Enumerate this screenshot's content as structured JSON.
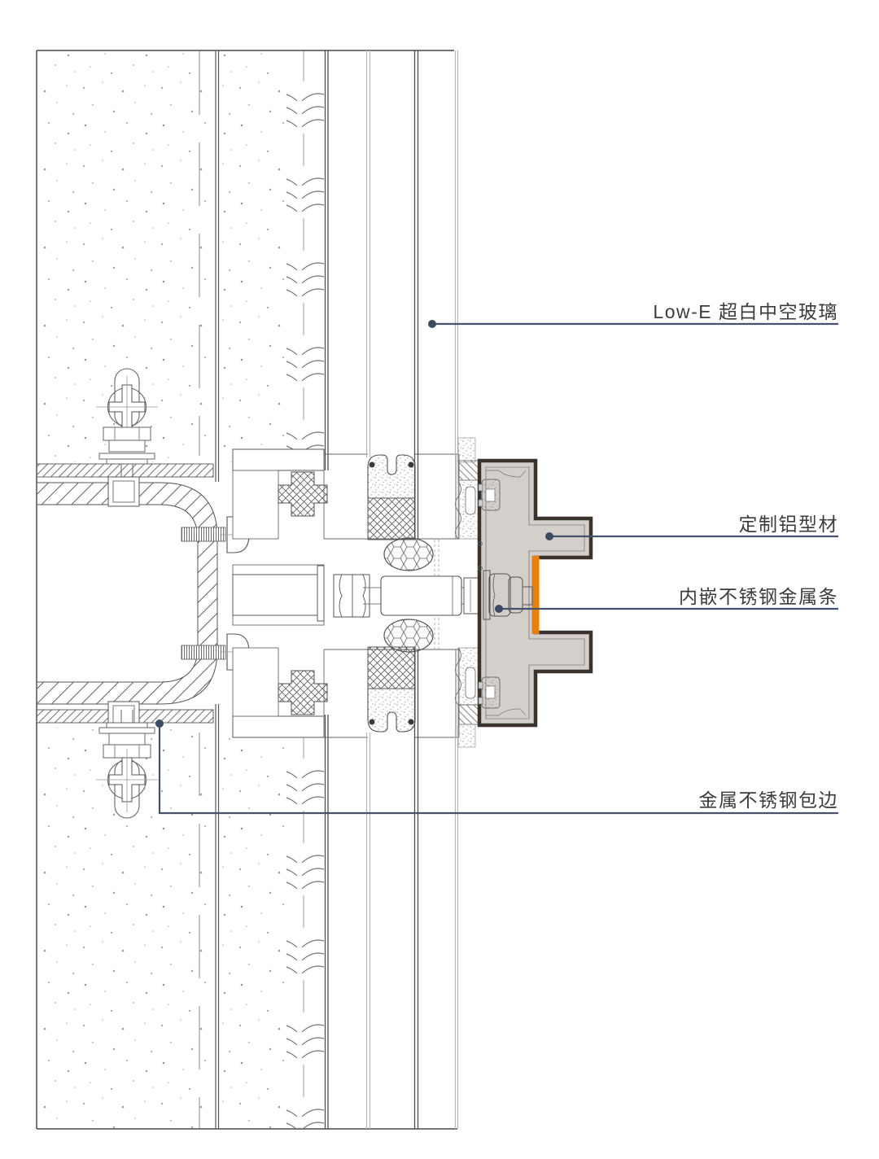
{
  "drawing": {
    "labels": {
      "glass": {
        "text": "Low-E 超白中空玻璃"
      },
      "profile": {
        "text": "定制铝型材"
      },
      "strip": {
        "text": "内嵌不锈钢金属条"
      },
      "edging": {
        "text": "金属不锈钢包边"
      }
    },
    "colors": {
      "highlight_orange": "#E8800F",
      "profile_fill": "#D4CFCA",
      "profile_outline": "#3A332D",
      "leader_line": "#44536B",
      "leader_dot": "#3D4A63",
      "label_text": "#3C3C3C"
    }
  }
}
